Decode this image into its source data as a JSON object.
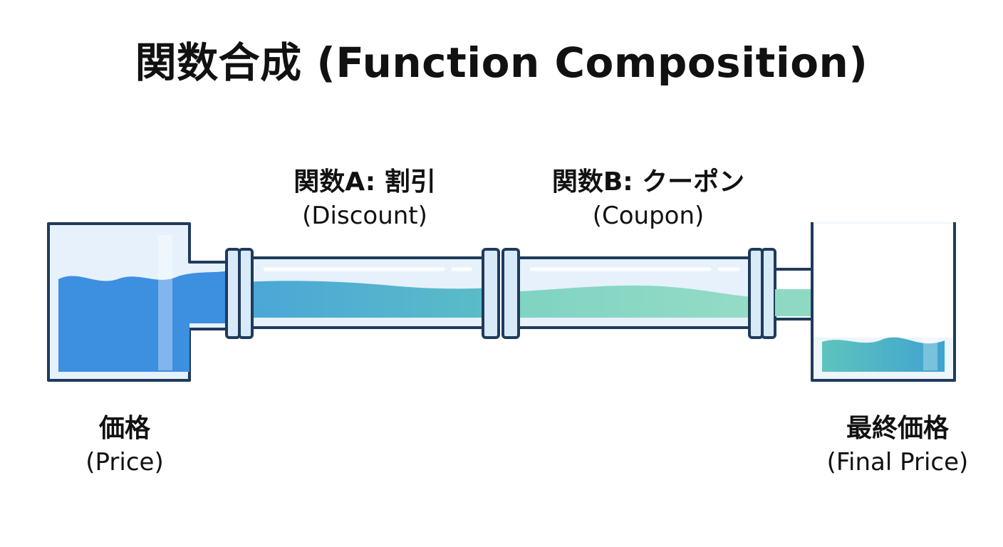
{
  "title": "関数合成 (Function Composition)",
  "input": {
    "label_jp": "価格",
    "label_en": "(Price)"
  },
  "function_a": {
    "label_jp": "関数A: 割引",
    "label_en": "(Discount)"
  },
  "function_b": {
    "label_jp": "関数B: クーポン",
    "label_en": "(Coupon)"
  },
  "output": {
    "label_jp": "最終価格",
    "label_en": "(Final Price)"
  },
  "colors": {
    "outline": "#1f3a5c",
    "water_input": "#3d8fe0",
    "water_a": "#58b4c9",
    "water_b": "#8fd9c4",
    "water_output": "#4ab0c8",
    "glass": "#e3f0fb"
  }
}
